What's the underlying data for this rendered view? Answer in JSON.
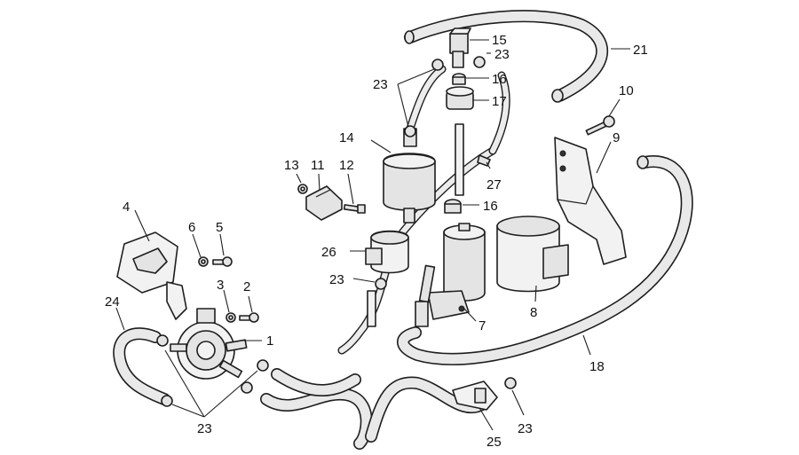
{
  "callouts": [
    {
      "id": "c1",
      "text": "1"
    },
    {
      "id": "c2",
      "text": "2"
    },
    {
      "id": "c3",
      "text": "3"
    },
    {
      "id": "c4",
      "text": "4"
    },
    {
      "id": "c5",
      "text": "5"
    },
    {
      "id": "c6",
      "text": "6"
    },
    {
      "id": "c7",
      "text": "7"
    },
    {
      "id": "c8",
      "text": "8"
    },
    {
      "id": "c9",
      "text": "9"
    },
    {
      "id": "c10",
      "text": "10"
    },
    {
      "id": "c11",
      "text": "11"
    },
    {
      "id": "c12",
      "text": "12"
    },
    {
      "id": "c13",
      "text": "13"
    },
    {
      "id": "c14",
      "text": "14"
    },
    {
      "id": "c15",
      "text": "15"
    },
    {
      "id": "c16a",
      "text": "16"
    },
    {
      "id": "c16b",
      "text": "16"
    },
    {
      "id": "c17",
      "text": "17"
    },
    {
      "id": "c18",
      "text": "18"
    },
    {
      "id": "c21",
      "text": "21"
    },
    {
      "id": "c23a",
      "text": "23"
    },
    {
      "id": "c23b",
      "text": "23"
    },
    {
      "id": "c23c",
      "text": "23"
    },
    {
      "id": "c23d",
      "text": "23"
    },
    {
      "id": "c23e",
      "text": "23"
    },
    {
      "id": "c24",
      "text": "24"
    },
    {
      "id": "c25",
      "text": "25"
    },
    {
      "id": "c26",
      "text": "26"
    },
    {
      "id": "c27",
      "text": "27"
    }
  ]
}
